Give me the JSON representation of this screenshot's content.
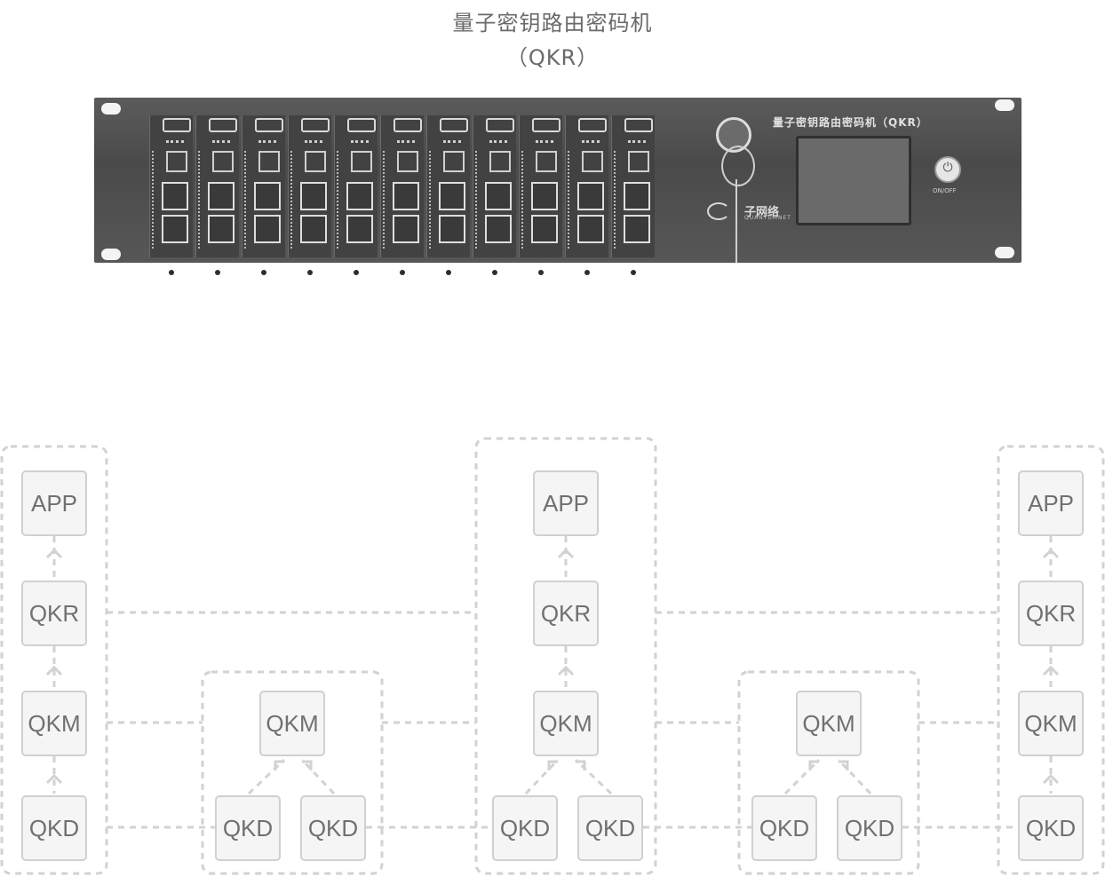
{
  "title": {
    "line1": "量子密钥路由密码机",
    "line2": "（QKR）"
  },
  "device": {
    "label": "量子密钥路由密码机（QKR）",
    "logo_text": "子网络",
    "logo_sub": "QUANTUMNET",
    "power_label": "ON/OFF",
    "card_count": 11,
    "photo_tone": "#555555"
  },
  "diagram": {
    "node_fill": "#f5f5f5",
    "node_border": "#d0d0d0",
    "dash_color": "#d2d2d2",
    "columns": [
      {
        "app": "APP",
        "qkr": "QKR",
        "qkm": "QKM",
        "qkd": "QKD"
      },
      {
        "qkm": "QKM",
        "qkd_a": "QKD",
        "qkd_b": "QKD"
      },
      {
        "app": "APP",
        "qkr": "QKR",
        "qkm": "QKM",
        "qkd_a": "QKD",
        "qkd_b": "QKD"
      },
      {
        "qkm": "QKM",
        "qkd_a": "QKD",
        "qkd_b": "QKD"
      },
      {
        "app": "APP",
        "qkr": "QKR",
        "qkm": "QKM",
        "qkd": "QKD"
      }
    ]
  }
}
